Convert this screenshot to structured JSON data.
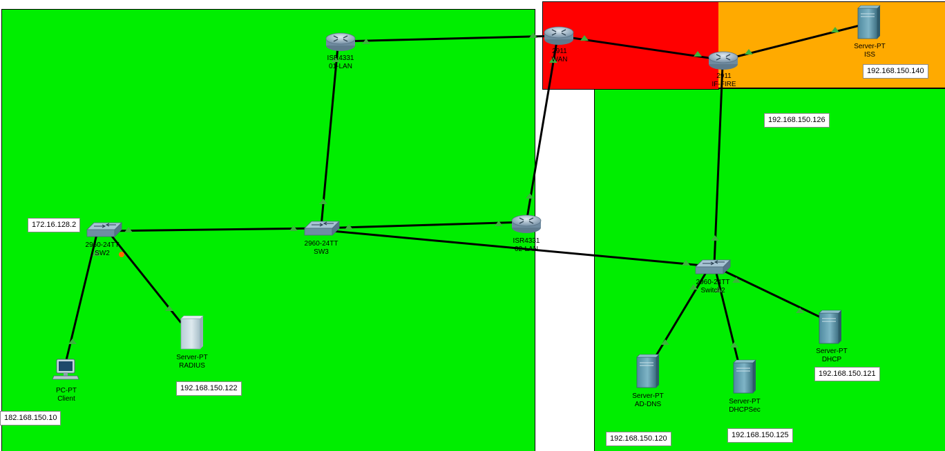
{
  "colors": {
    "lan_area": "#00ee00",
    "wan_area": "#ff0000",
    "dmz_area": "#ffaa00",
    "link": "#000000",
    "link_up": "#3cb33c",
    "link_down": "#ff6a00"
  },
  "devices": {
    "isr_01lan": {
      "model": "ISR4331",
      "name": "01-LAN",
      "icon": "router-icon"
    },
    "wan": {
      "model": "2911",
      "name": "WAN",
      "icon": "router-icon"
    },
    "firewall": {
      "model": "2911",
      "name": "IF-FIRE",
      "icon": "router-icon"
    },
    "iss": {
      "model": "Server-PT",
      "name": "ISS",
      "icon": "server-icon"
    },
    "isr_02lan": {
      "model": "ISR4331",
      "name": "02-LAN",
      "icon": "router-icon"
    },
    "sw2": {
      "model": "2960-24TT",
      "name": "SW2",
      "icon": "switch-icon"
    },
    "sw3": {
      "model": "2960-24TT",
      "name": "SW3",
      "icon": "switch-icon"
    },
    "switch2": {
      "model": "2960-24TT",
      "name": "Switch2",
      "icon": "switch-icon"
    },
    "client": {
      "model": "PC-PT",
      "name": "Client",
      "icon": "pc-icon"
    },
    "radius": {
      "model": "Server-PT",
      "name": "RADIUS",
      "icon": "server-icon"
    },
    "ad_dns": {
      "model": "Server-PT",
      "name": "AD-DNS",
      "icon": "server-icon"
    },
    "dhcpsec": {
      "model": "Server-PT",
      "name": "DHCPSec",
      "icon": "server-icon"
    },
    "dhcp": {
      "model": "Server-PT",
      "name": "DHCP",
      "icon": "server-icon"
    }
  },
  "notes": {
    "iss_ip": "192.168.150.140",
    "fire_net": "192.168.150.126",
    "sw2_ip": "172.16.128.2",
    "radius_ip": "192.168.150.122",
    "client_ip": "182.168.150.10",
    "dhcp_ip": "192.168.150.121",
    "ad_dns_ip": "192.168.150.120",
    "dhcpsec_ip": "192.168.150.125"
  }
}
